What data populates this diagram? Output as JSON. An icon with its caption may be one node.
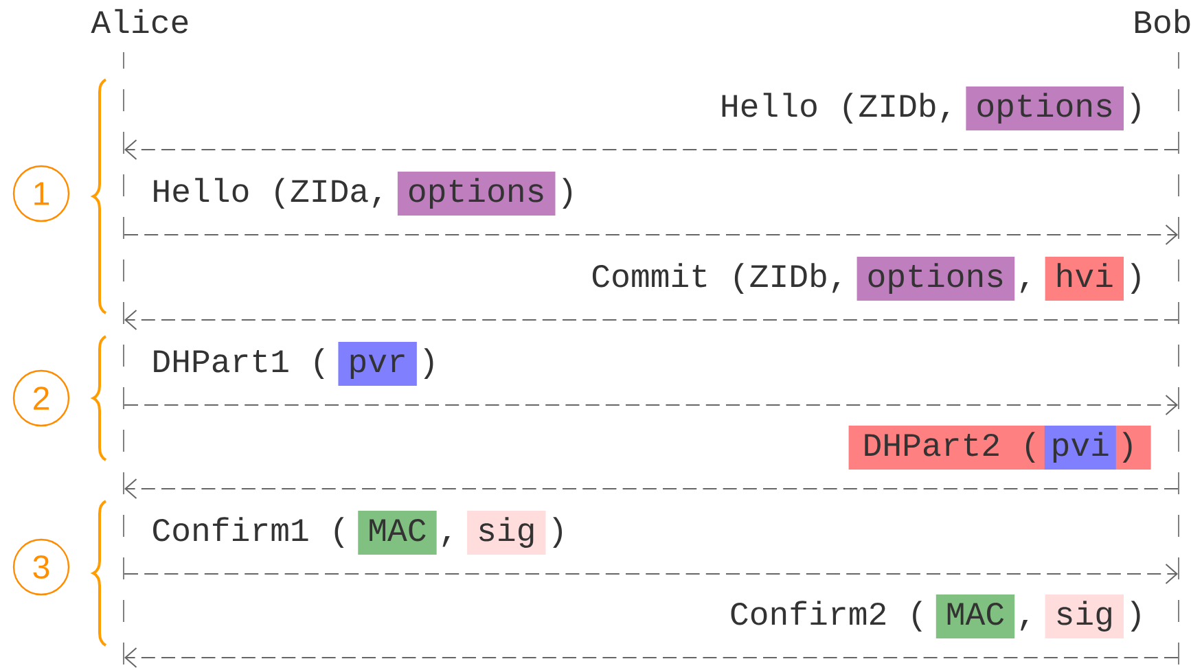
{
  "diagram": {
    "nodes": [
      {
        "text": [
          "Alice"
        ]
      },
      {
        "text": [
          "Bob"
        ]
      },
      {
        "text": [
          "1"
        ]
      },
      {
        "text": [
          "2"
        ]
      },
      {
        "text": [
          "3"
        ]
      },
      {
        "text": [
          "options"
        ]
      },
      {
        "text": [
          "options"
        ]
      },
      {
        "text": [
          "options"
        ]
      },
      {
        "text": [
          "hvi"
        ]
      },
      {
        "text": [
          "pvr"
        ]
      },
      {
        "text": [
          "DHPart2 (",
          ")"
        ]
      },
      {
        "text": [
          "pvi"
        ],
        "in": 10
      },
      {
        "text": [
          "MAC"
        ]
      },
      {
        "text": [
          "sig"
        ]
      },
      {
        "text": [
          "MAC"
        ]
      },
      {
        "text": [
          "sig"
        ]
      }
    ],
    "edges": [
      {
        "from": 1,
        "to": 0,
        "arrow": "to",
        "style": "dashed"
      },
      {
        "from": 0,
        "to": 1,
        "arrow": "to",
        "style": "dashed"
      },
      {
        "from": 1,
        "to": 0,
        "arrow": "to",
        "style": "dashed"
      },
      {
        "from": 0,
        "to": 1,
        "arrow": "to",
        "style": "dashed"
      },
      {
        "from": 1,
        "to": 0,
        "arrow": "to",
        "style": "dashed"
      },
      {
        "from": 0,
        "to": 1,
        "arrow": "to",
        "style": "dashed"
      },
      {
        "from": 1,
        "to": 0,
        "arrow": "to",
        "style": "dashed"
      }
    ],
    "labels": [
      "Hello (ZIDb,",
      ")",
      "Hello (ZIDa,",
      ")",
      "Commit (ZIDb,",
      ",",
      ")",
      "DHPart1 (",
      ")",
      "Confirm1 (",
      ",",
      ")",
      "Confirm2 (",
      ",",
      ")"
    ]
  }
}
